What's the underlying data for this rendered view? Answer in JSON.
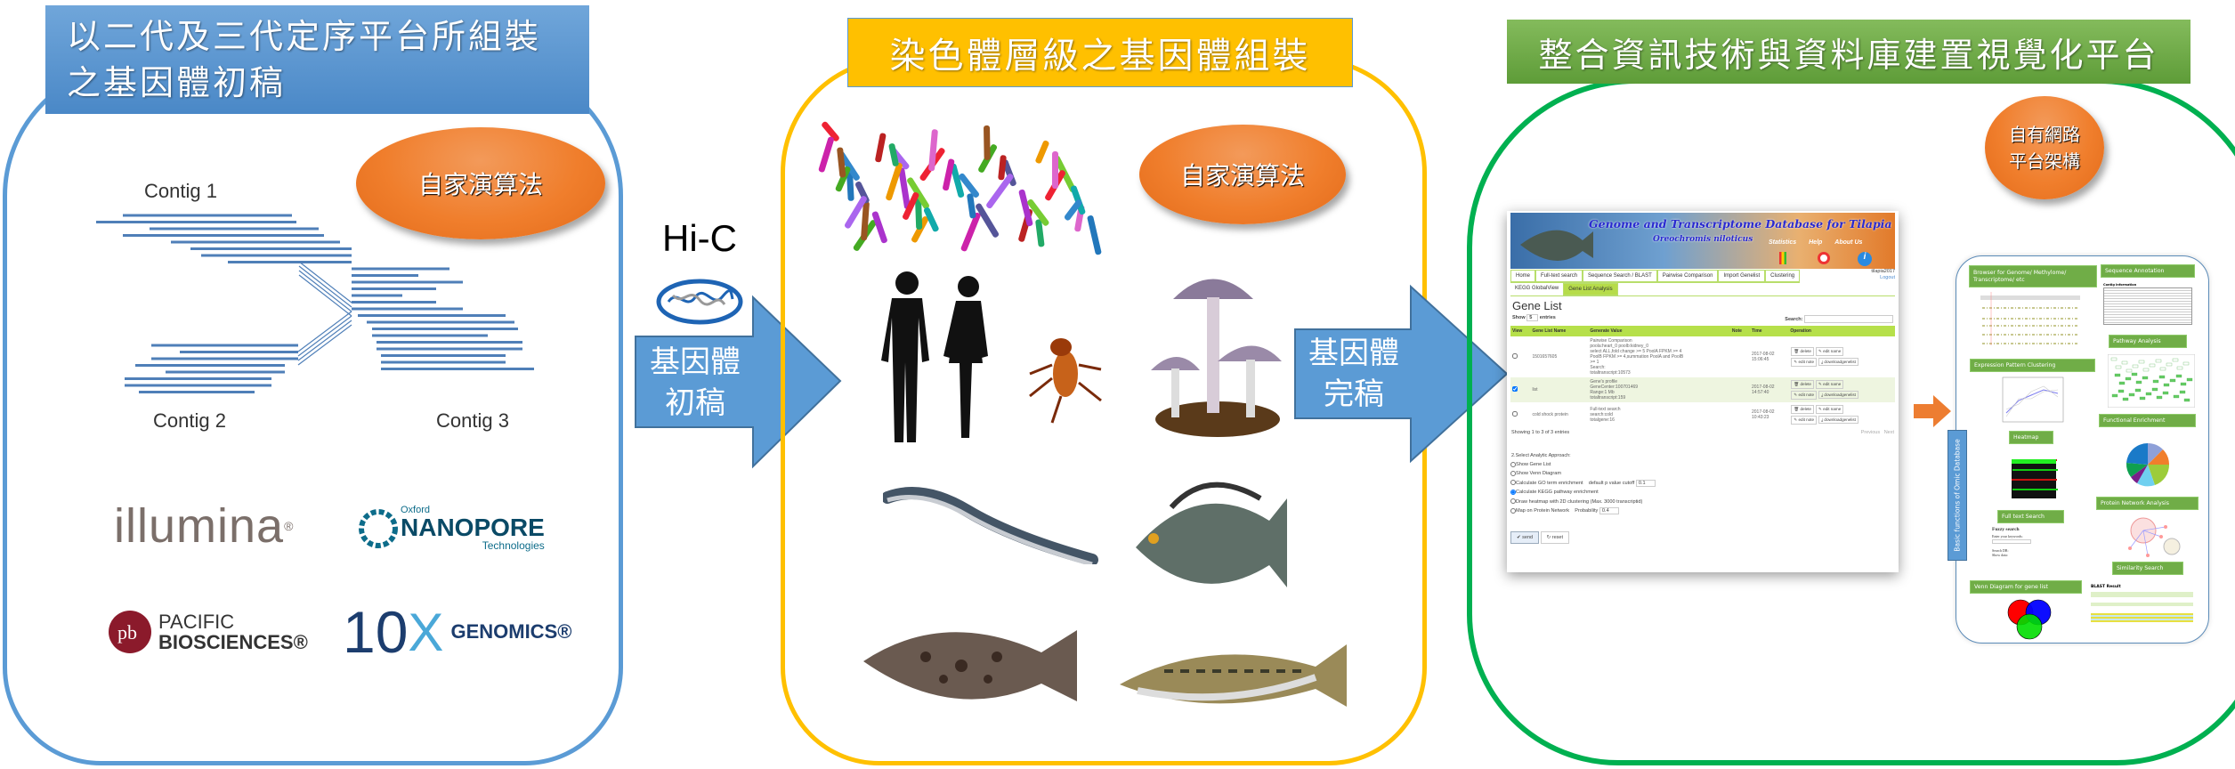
{
  "panel1": {
    "title_line1": "以二代及三代定序平台所組裝",
    "title_line2": "之基因體初稿",
    "algorithm_badge": "自家演算法",
    "contigs": [
      "Contig 1",
      "Contig 2",
      "Contig 3"
    ],
    "logos": {
      "illumina": "illumina",
      "nanopore_top": "Oxford",
      "nanopore": "NANOPORE",
      "nanopore_sub": "Technologies",
      "pacbio_top": "PACIFIC",
      "pacbio": "BIOSCIENCES",
      "tenx": "10",
      "tenx_x": "X",
      "genomics": "GENOMICS"
    }
  },
  "arrow1": {
    "label_top": "Hi-C",
    "line1": "基因體",
    "line2": "初稿"
  },
  "panel2": {
    "title": "染色體層級之基因體組裝",
    "algorithm_badge": "自家演算法"
  },
  "arrow2": {
    "line1": "基因體",
    "line2": "完稿"
  },
  "panel3": {
    "title": "整合資訊技術與資料庫建置視覺化平台",
    "network_badge_line1": "自有網路",
    "network_badge_line2": "平台架構",
    "screenshot": {
      "banner_title": "Genome and Transcriptome Database  for Tilapia",
      "banner_subtitle": "Oreochromis niloticus",
      "banner_links": [
        "Statistics",
        "Help",
        "About Us"
      ],
      "nav": [
        "Home",
        "Full-text search",
        "Sequence Search / BLAST",
        "Pairwise Comparison",
        "Import Genelist",
        "Clustering"
      ],
      "user": "tilapia2017",
      "logout": "Logout",
      "subnav": [
        "KEGG GlobalView",
        "Gene List Analysis"
      ],
      "heading": "Gene List",
      "show_label": "Show",
      "show_value": "5",
      "entries_label": "entries",
      "search_label": "Search:",
      "columns": [
        "View",
        "Gene List Name",
        "Generate Value",
        "Note",
        "Time",
        "Operation"
      ],
      "rows": [
        {
          "checked": false,
          "name": "1501657605",
          "value": [
            "Pairwise Comparison",
            "poola:heart_0 poolb:kidney_0",
            "select ALL,fold change >= 5 PoolA FPKM >= 4",
            "PoolB FPKM >= 4,summation PoolA and PoolB",
            ">= 1",
            "Search:",
            "totaltranscript:10573"
          ],
          "note": "",
          "time": [
            "2017-08-02",
            "15:06:45"
          ]
        },
        {
          "checked": true,
          "name": "list",
          "value": [
            "Gene's profile",
            "GeneCenter:100701469",
            "Range:1 Mb",
            "totaltranscript:159"
          ],
          "note": "",
          "time": [
            "2017-08-02",
            "14:57:40"
          ]
        },
        {
          "checked": false,
          "name": "cold shock protein",
          "value": [
            "Full-text search",
            "search:cold",
            "totalgene:16"
          ],
          "note": "",
          "time": [
            "2017-08-02",
            "10:43:23"
          ]
        }
      ],
      "operations": [
        "delete",
        "edit name",
        "edit note",
        "downloadgenelist"
      ],
      "showing": "Showing 1 to 3 of 3 entries",
      "previous": "Previous",
      "next": "Next",
      "approach_label": "2.Select Analytic Approach:",
      "options": [
        {
          "label": "Show Gene List",
          "selected": false
        },
        {
          "label": "Show Venn Diagram",
          "selected": false
        },
        {
          "label": "Calculate GO term enrichment",
          "selected": false,
          "extra_label": "default p value cutoff",
          "extra_value": "0.1"
        },
        {
          "label": "Calculate KEGG pathway enrichment",
          "selected": true
        },
        {
          "label": "Draw heatmap with 2D clustering (Max. 3000 transcriptid)",
          "selected": false
        },
        {
          "label": "Map on Protein Network",
          "selected": false,
          "extra_label": "Probability",
          "extra_value": "0.4"
        }
      ],
      "send": "send",
      "reset": "reset"
    },
    "functions": {
      "vertical_label": "Basic functions of Omic Database",
      "browser": "Browser for Genome/ Methylome/ Transcriptome/ etc",
      "sequence_annotation": "Sequence Annotation",
      "contig_info": "Contig information",
      "pathway": "Pathway Analysis",
      "expression": "Expression Pattern Clustering",
      "functional": "Functional Enrichment",
      "heatmap": "Heatmap",
      "protein_network": "Protein Network Analysis",
      "full_text": "Full text Search",
      "fuzzy": "Fuzzy search",
      "keywords": "Enter your keywords:",
      "search_db": "Search DB:",
      "show_data": "Show data:",
      "similarity": "Similarity Search",
      "venn": "Venn Diagram for gene list",
      "blast_result": "BLAST Result"
    }
  },
  "colors": {
    "panel1": "#5b9bd5",
    "panel2": "#ffc000",
    "panel3": "#00b050",
    "badge": "#f07e2c",
    "arrow": "#5b9bd5",
    "label_green": "#70ad47"
  }
}
